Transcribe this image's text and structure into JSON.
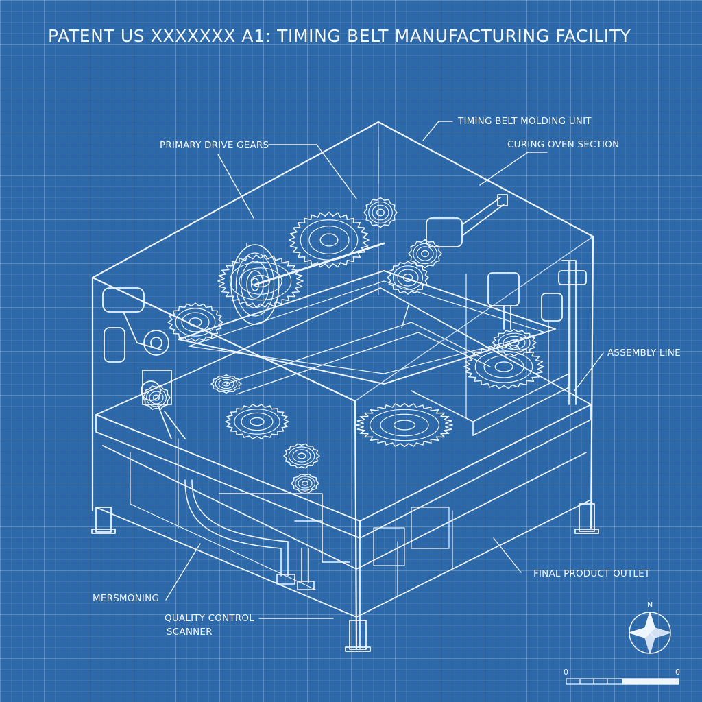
{
  "title": "PATENT US XXXXXXX A1: TIMING BELT MANUFACTURING FACILITY",
  "labels": {
    "molding_unit": "TIMING BELT MOLDING UNIT",
    "primary_gears": "PRIMARY DRIVE GEARS",
    "curing_oven": "CURING OVEN SECTION",
    "assembly_line": "ASSEMBLY LINE",
    "final_outlet": "FINAL PRODUCT OUTLET",
    "mersmoning": "MERSMONING",
    "qc_line1": "QUALITY CONTROL",
    "qc_line2": "SCANNER"
  },
  "compass": {
    "north": "N"
  },
  "scale": {
    "left": "0",
    "right": "0"
  },
  "colors": {
    "background": "#2d68a8",
    "line": "#eef5ff"
  }
}
